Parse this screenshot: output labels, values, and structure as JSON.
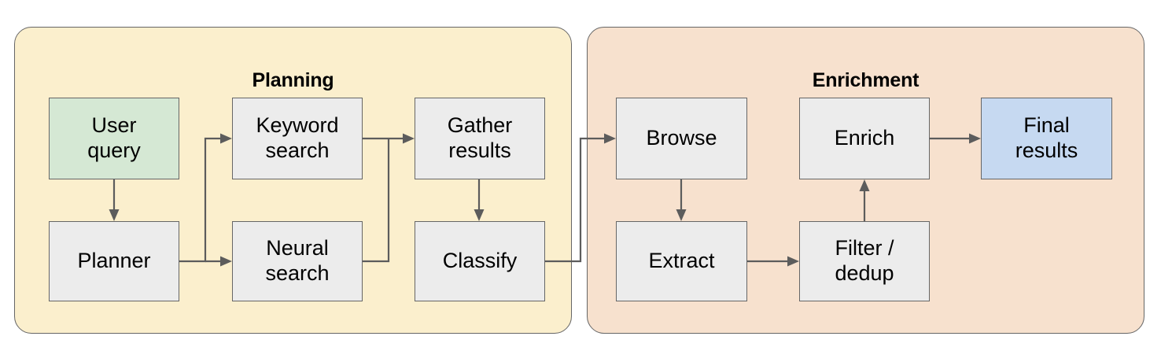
{
  "diagram": {
    "type": "flowchart",
    "title": "",
    "colors": {
      "planning_panel_fill": "#fbefcd",
      "enrichment_panel_fill": "#f7e1ce",
      "panel_border": "#666666",
      "node_gray_fill": "#ececec",
      "node_green_fill": "#d5e8d4",
      "node_blue_fill": "#c6d9f1",
      "node_border": "#666666",
      "edge_color": "#5c5c5c",
      "text_color": "#000000",
      "background": "#ffffff"
    },
    "panels": [
      {
        "id": "planning",
        "label": "Planning"
      },
      {
        "id": "enrichment",
        "label": "Enrichment"
      }
    ],
    "nodes": [
      {
        "id": "user_query",
        "label": "User\nquery",
        "panel": "planning",
        "style": "green"
      },
      {
        "id": "planner",
        "label": "Planner",
        "panel": "planning",
        "style": "gray"
      },
      {
        "id": "keyword_search",
        "label": "Keyword\nsearch",
        "panel": "planning",
        "style": "gray"
      },
      {
        "id": "neural_search",
        "label": "Neural\nsearch",
        "panel": "planning",
        "style": "gray"
      },
      {
        "id": "gather_results",
        "label": "Gather\nresults",
        "panel": "planning",
        "style": "gray"
      },
      {
        "id": "classify",
        "label": "Classify",
        "panel": "planning",
        "style": "gray"
      },
      {
        "id": "browse",
        "label": "Browse",
        "panel": "enrichment",
        "style": "gray"
      },
      {
        "id": "extract",
        "label": "Extract",
        "panel": "enrichment",
        "style": "gray"
      },
      {
        "id": "filter_dedup",
        "label": "Filter /\ndedup",
        "panel": "enrichment",
        "style": "gray"
      },
      {
        "id": "enrich",
        "label": "Enrich",
        "panel": "enrichment",
        "style": "gray"
      },
      {
        "id": "final_results",
        "label": "Final\nresults",
        "panel": "enrichment",
        "style": "blue"
      }
    ],
    "edges": [
      {
        "from": "user_query",
        "to": "planner"
      },
      {
        "from": "planner",
        "to": "keyword_search"
      },
      {
        "from": "planner",
        "to": "neural_search"
      },
      {
        "from": "keyword_search",
        "to": "gather_results"
      },
      {
        "from": "neural_search",
        "to": "gather_results"
      },
      {
        "from": "gather_results",
        "to": "classify"
      },
      {
        "from": "classify",
        "to": "browse"
      },
      {
        "from": "browse",
        "to": "extract"
      },
      {
        "from": "extract",
        "to": "filter_dedup"
      },
      {
        "from": "filter_dedup",
        "to": "enrich"
      },
      {
        "from": "enrich",
        "to": "final_results"
      }
    ]
  }
}
